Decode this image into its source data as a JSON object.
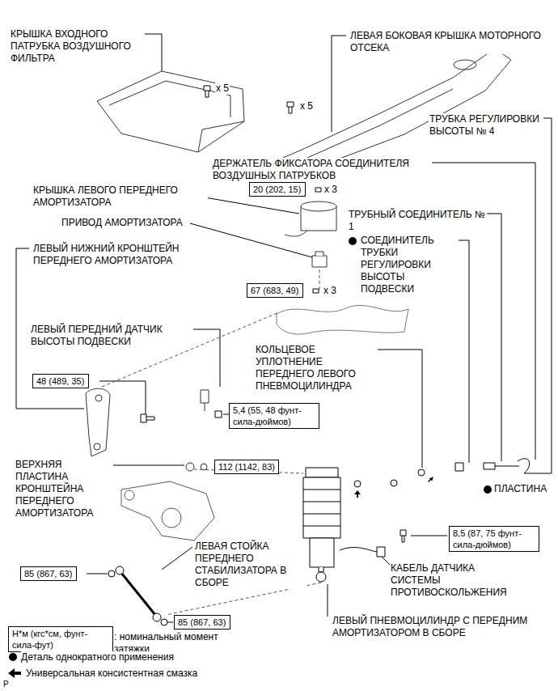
{
  "diagram": {
    "nodes": [
      {
        "text": [
          "20 (202, 15)"
        ]
      },
      {
        "text": [
          "67 (683, 49)"
        ]
      },
      {
        "text": [
          "48 (489, 35)"
        ]
      },
      {
        "text": [
          "5,4 (55, 48 фунт-сила-дюймов)"
        ]
      },
      {
        "text": [
          "112 (1142, 83)"
        ]
      },
      {
        "text": [
          "8,5 (87, 75 фунт-сила-дюймов)"
        ]
      },
      {
        "text": [
          "85 (867, 63)"
        ]
      },
      {
        "text": [
          "85 (867, 63)"
        ]
      },
      {
        "text": [
          "Н*м (кгс*см, фунт-сила-фут)"
        ]
      }
    ],
    "labels": [
      "КРЫШКА ВХОДНОГО ПАТРУБКА ВОЗДУШНОГО ФИЛЬТРА",
      "x 5",
      "ЛЕВАЯ БОКОВАЯ КРЫШКА МОТОРНОГО ОТСЕКА",
      "x 5",
      "ТРУБКА РЕГУЛИРОВКИ ВЫСОТЫ № 4",
      "ДЕРЖАТЕЛЬ ФИКСАТОРА СОЕДИНИТЕЛЯ ВОЗДУШНЫХ ПАТРУБКОВ",
      "x 3",
      "КРЫШКА ЛЕВОГО ПЕРЕДНЕГО АМОРТИЗАТОРА",
      "ТРУБНЫЙ СОЕДИНИТЕЛЬ № 1",
      "ПРИВОД АМОРТИЗАТОРА",
      "СОЕДИНИТЕЛЬ ТРУБКИ РЕГУЛИРОВКИ ВЫСОТЫ ПОДВЕСКИ",
      "ЛЕВЫЙ НИЖНИЙ КРОНШТЕЙН ПЕРЕДНЕГО АМОРТИЗАТОРА",
      "x 3",
      "ЛЕВЫЙ ПЕРЕДНИЙ ДАТЧИК ВЫСОТЫ ПОДВЕСКИ",
      "КОЛЬЦЕВОЕ УПЛОТНЕНИЕ ПЕРЕДНЕГО ЛЕВОГО ПНЕВМОЦИЛИНДРА",
      "ВЕРХНЯЯ ПЛАСТИНА КРОНШТЕЙНА ПЕРЕДНЕГО АМОРТИЗАТОРА",
      "ПЛАСТИНА",
      "КАБЕЛЬ ДАТЧИКА СИСТЕМЫ ПРОТИВОСКОЛЬЖЕНИЯ",
      "ЛЕВАЯ СТОЙКА ПЕРЕДНЕГО СТАБИЛИЗАТОРА В СБОРЕ",
      "ЛЕВЫЙ ПНЕВМОЦИЛИНДР С ПЕРЕДНИМ АМОРТИЗАТОРОМ В СБОРЕ",
      ": номинальный момент затяжки",
      "P"
    ],
    "legend": [
      {
        "text": "Деталь однократного применения"
      },
      {
        "text": "Универсальная консистентная смазка"
      }
    ]
  }
}
